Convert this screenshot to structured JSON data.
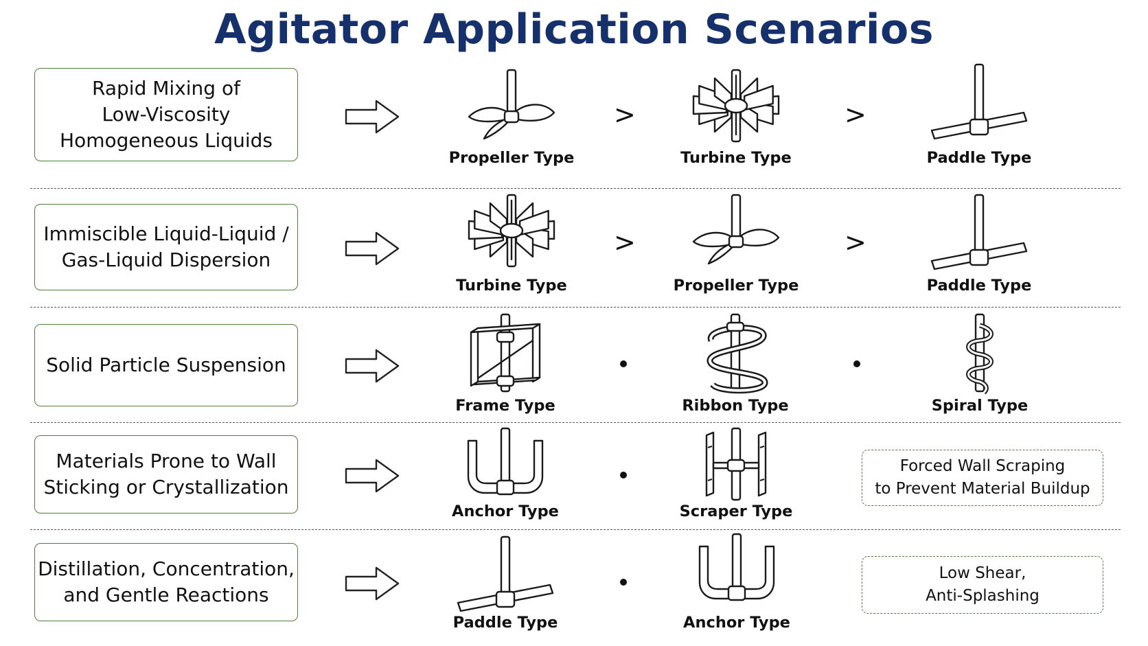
{
  "title": "Agitator Application Scenarios",
  "rows": [
    {
      "scenario": "Rapid Mixing of\nLow-Viscosity\nHomogeneous Liquids",
      "items": [
        {
          "label": "Propeller Type",
          "icon": "propeller-impeller-icon"
        },
        {
          "label": "Turbine Type",
          "icon": "turbine-impeller-icon"
        },
        {
          "label": "Paddle Type",
          "icon": "paddle-impeller-icon"
        }
      ],
      "separators": [
        ">",
        ">"
      ]
    },
    {
      "scenario": "Immiscible Liquid-Liquid /\nGas-Liquid Dispersion",
      "items": [
        {
          "label": "Turbine Type",
          "icon": "turbine-impeller-icon"
        },
        {
          "label": "Propeller Type",
          "icon": "propeller-impeller-icon"
        },
        {
          "label": "Paddle Type",
          "icon": "paddle-impeller-icon"
        }
      ],
      "separators": [
        ">",
        ">"
      ]
    },
    {
      "scenario": "Solid Particle Suspension",
      "items": [
        {
          "label": "Frame Type",
          "icon": "frame-impeller-icon"
        },
        {
          "label": "Ribbon Type",
          "icon": "ribbon-impeller-icon"
        },
        {
          "label": "Spiral Type",
          "icon": "spiral-impeller-icon"
        }
      ],
      "separators": [
        "•",
        "•"
      ]
    },
    {
      "scenario": "Materials Prone to Wall\nSticking or Crystallization",
      "items": [
        {
          "label": "Anchor Type",
          "icon": "anchor-impeller-icon"
        },
        {
          "label": "Scraper Type",
          "icon": "scraper-impeller-icon"
        }
      ],
      "separators": [
        "•"
      ],
      "note": "Forced Wall Scraping\nto Prevent Material Buildup"
    },
    {
      "scenario": "Distillation, Concentration,\nand Gentle Reactions",
      "items": [
        {
          "label": "Paddle Type",
          "icon": "paddle-impeller-icon"
        },
        {
          "label": "Anchor Type",
          "icon": "anchor-impeller-icon"
        }
      ],
      "separators": [
        "•"
      ],
      "note": "Low Shear,\nAnti-Splashing"
    }
  ],
  "colors": {
    "title": "#16306b",
    "box_border": "#4f7d3e",
    "ink": "#111111",
    "divider": "#555555"
  }
}
